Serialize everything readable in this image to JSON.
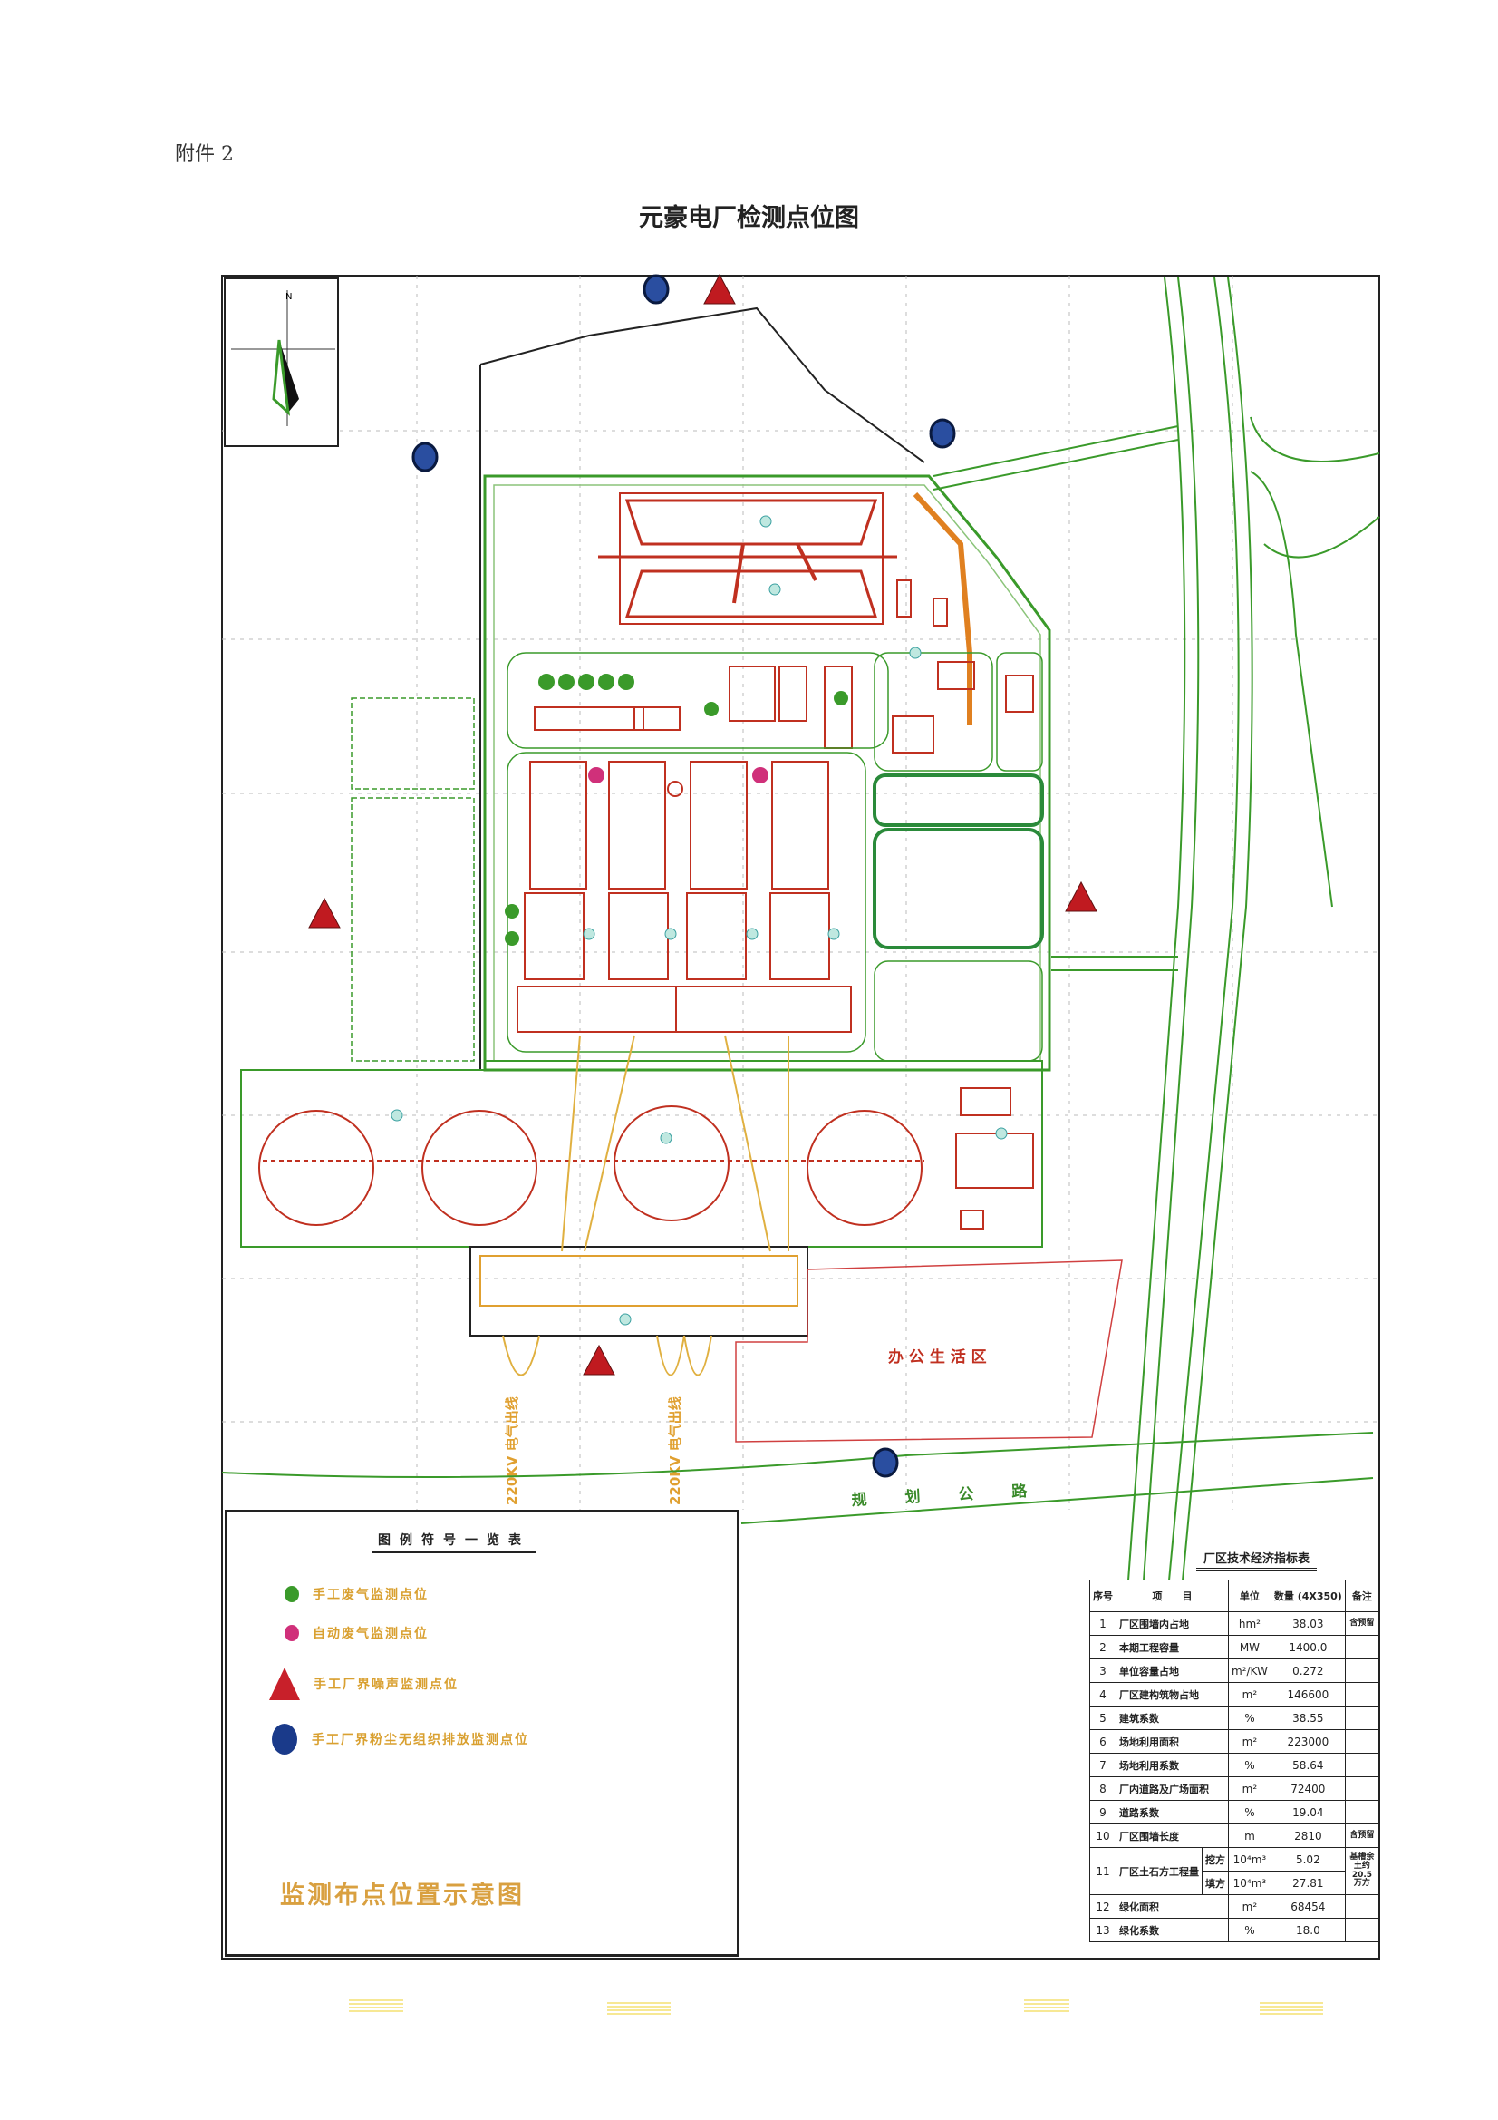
{
  "header": {
    "attachment": "附件 2",
    "title": "元豪电厂检测点位图"
  },
  "map": {
    "labels": {
      "planned_road": "规 划 公 路",
      "office_area": "办 公 生 活 区",
      "line_out_1": "220KV 电气出线",
      "line_out_2": "220KV 电气出线",
      "compass_north": "N"
    }
  },
  "legend": {
    "title": "图例符号一览表",
    "items": [
      {
        "label": "手工废气监测点位",
        "symbol": "green-circle",
        "color": "#3a9a2a"
      },
      {
        "label": "自动废气监测点位",
        "symbol": "magenta-circle",
        "color": "#d0307a"
      },
      {
        "label": "手工厂界噪声监测点位",
        "symbol": "red-triangle",
        "color": "#c8202a"
      },
      {
        "label": "手工厂界粉尘无组织排放监测点位",
        "symbol": "blue-circle",
        "color": "#1a3a8a"
      }
    ],
    "caption": "监测布点位置示意图"
  },
  "tech_table": {
    "title": "厂区技术经济指标表",
    "headers": [
      "序号",
      "项　　目",
      "单位",
      "数量 (4X350)",
      "备注"
    ],
    "rows": [
      {
        "no": "1",
        "item": "厂区围墙内占地",
        "unit": "hm²",
        "value": "38.03",
        "note": "含预留"
      },
      {
        "no": "2",
        "item": "本期工程容量",
        "unit": "MW",
        "value": "1400.0",
        "note": ""
      },
      {
        "no": "3",
        "item": "单位容量占地",
        "unit": "m²/KW",
        "value": "0.272",
        "note": ""
      },
      {
        "no": "4",
        "item": "厂区建构筑物占地",
        "unit": "m²",
        "value": "146600",
        "note": ""
      },
      {
        "no": "5",
        "item": "建筑系数",
        "unit": "%",
        "value": "38.55",
        "note": ""
      },
      {
        "no": "6",
        "item": "场地利用面积",
        "unit": "m²",
        "value": "223000",
        "note": ""
      },
      {
        "no": "7",
        "item": "场地利用系数",
        "unit": "%",
        "value": "58.64",
        "note": ""
      },
      {
        "no": "8",
        "item": "厂内道路及广场面积",
        "unit": "m²",
        "value": "72400",
        "note": ""
      },
      {
        "no": "9",
        "item": "道路系数",
        "unit": "%",
        "value": "19.04",
        "note": ""
      },
      {
        "no": "10",
        "item": "厂区围墙长度",
        "unit": "m",
        "value": "2810",
        "note": "含预留"
      },
      {
        "no": "11",
        "item": "厂区土石方工程量",
        "sub": [
          {
            "label": "挖方",
            "unit": "10⁴m³",
            "value": "5.02"
          },
          {
            "label": "填方",
            "unit": "10⁴m³",
            "value": "27.81"
          }
        ],
        "note": "基槽余土约 20.5万方"
      },
      {
        "no": "12",
        "item": "绿化面积",
        "unit": "m²",
        "value": "68454",
        "note": ""
      },
      {
        "no": "13",
        "item": "绿化系数",
        "unit": "%",
        "value": "18.0",
        "note": ""
      }
    ]
  }
}
